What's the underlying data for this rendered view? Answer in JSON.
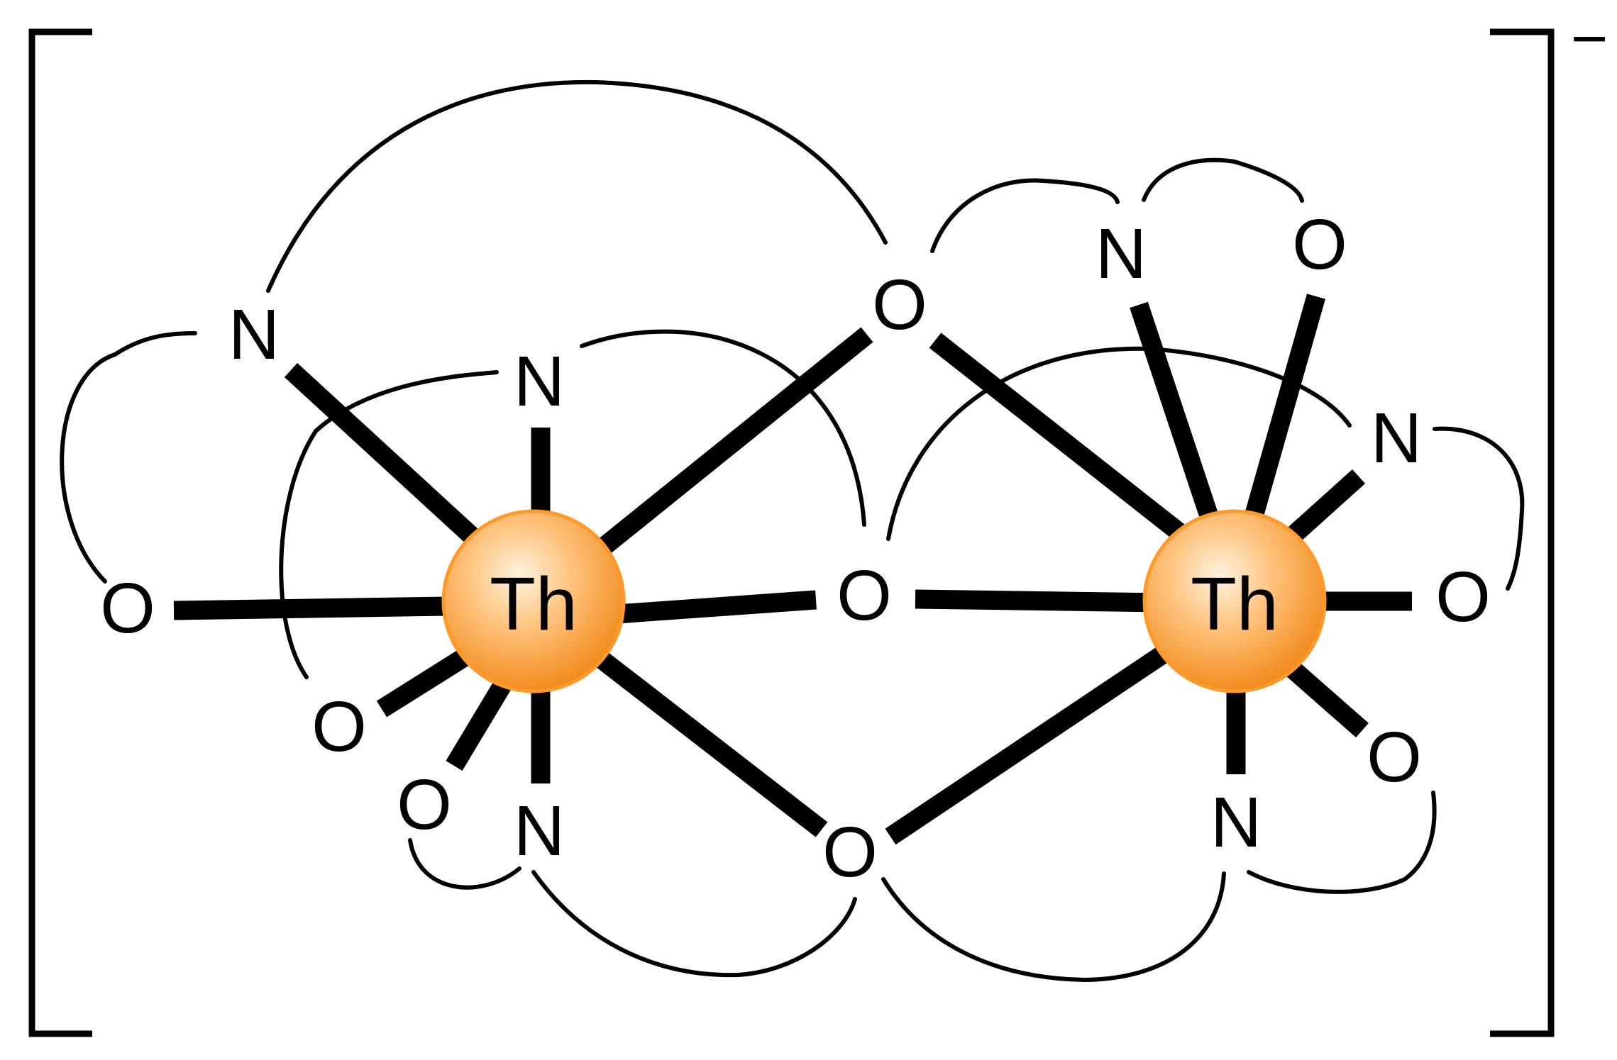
{
  "diagram": {
    "charge": "−",
    "metal_label": "Th",
    "metal_colors": {
      "highlight": "#fff3df",
      "mid": "#ffc37e",
      "edge": "#f28c1f",
      "outline": "#ff9a2a"
    },
    "atoms": {
      "th1": "Th",
      "th2": "Th",
      "n_left_top": "N",
      "n_left_center": "N",
      "n_left_bottom": "N",
      "o_left": "O",
      "o_left_lower1": "O",
      "o_left_lower2": "O",
      "o_bridge_top": "O",
      "o_bridge_middle": "O",
      "o_bridge_bottom": "O",
      "n_right_top": "N",
      "o_right_top": "O",
      "n_right_mid": "N",
      "o_right": "O",
      "o_right_lower": "O",
      "n_right_bottom": "N"
    }
  }
}
